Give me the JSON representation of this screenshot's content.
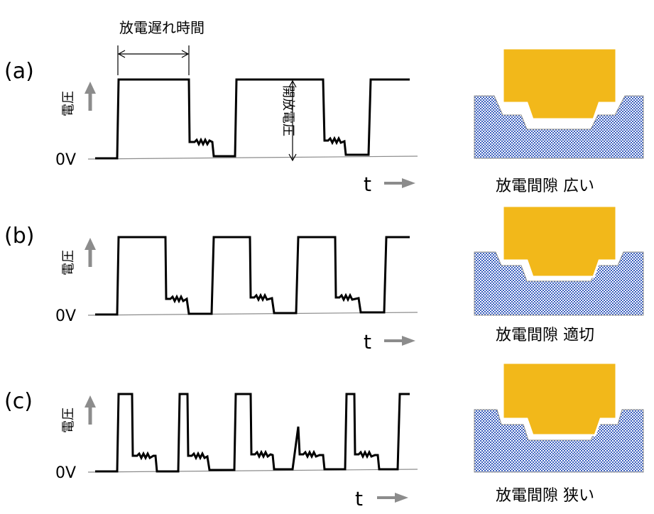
{
  "top_annotation": "放電遅れ時間",
  "open_voltage_label": "開放電圧",
  "panels": [
    {
      "label": "(a)",
      "ylabel": "電圧",
      "zero_label": "0V",
      "time_label": "t",
      "caption": "放電間隙 広い"
    },
    {
      "label": "(b)",
      "ylabel": "電圧",
      "zero_label": "0V",
      "time_label": "t",
      "caption": "放電間隙 適切"
    },
    {
      "label": "(c)",
      "ylabel": "電圧",
      "zero_label": "0V",
      "time_label": "t",
      "caption": "放電間隙 狭い"
    }
  ],
  "colors": {
    "electrode": "#f2b81a",
    "workpiece_blue": "#3a5fbf",
    "arrow_gray": "#8c8c8c",
    "waveform": "#000000"
  }
}
